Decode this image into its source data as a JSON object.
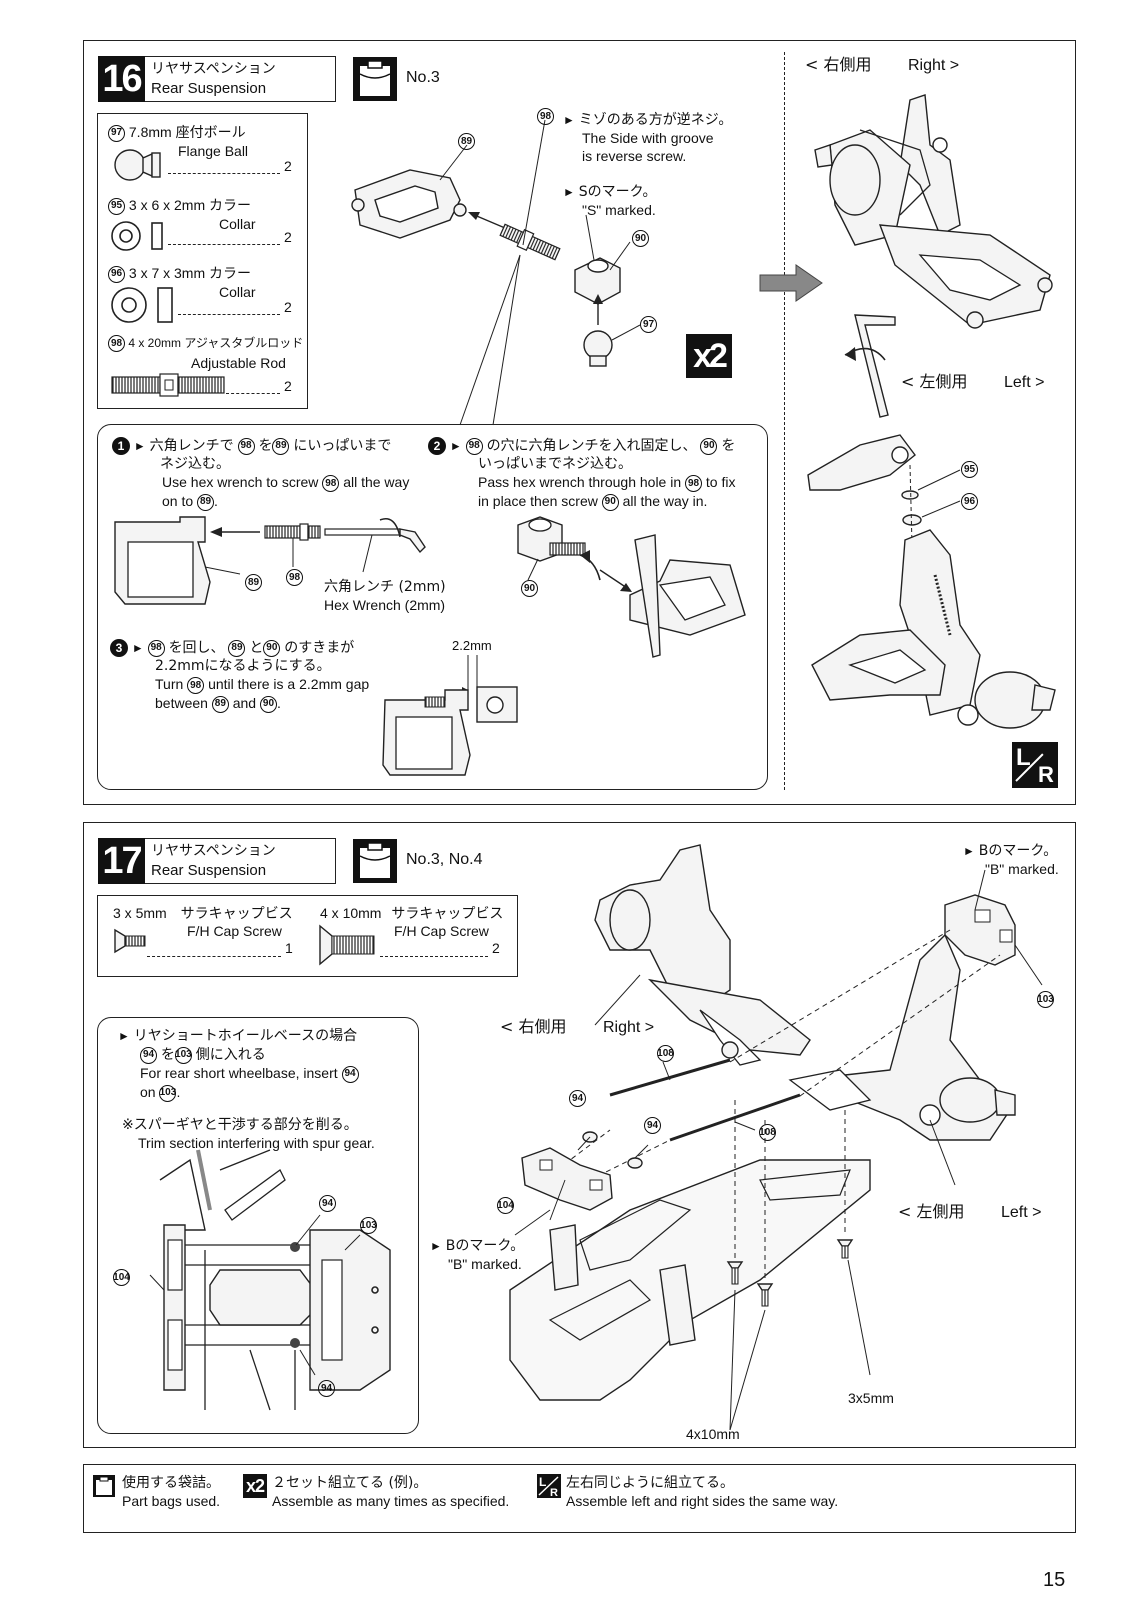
{
  "step16": {
    "number": "16",
    "title_jp": "リヤサスペンション",
    "title_en": "Rear Suspension",
    "bag": "No.3",
    "parts": [
      {
        "ref": "97",
        "size": "7.8mm",
        "name_jp": "座付ボール",
        "name_en": "Flange Ball",
        "qty": "2"
      },
      {
        "ref": "95",
        "size": "3 x 6 x 2mm",
        "name_jp": "カラー",
        "name_en": "Collar",
        "qty": "2"
      },
      {
        "ref": "96",
        "size": "3 x 7 x 3mm",
        "name_jp": "カラー",
        "name_en": "Collar",
        "qty": "2"
      },
      {
        "ref": "98",
        "size": "4 x 20mm",
        "name_jp": "アジャスタブルロッド",
        "name_en": "Adjustable Rod",
        "qty": "2"
      }
    ],
    "callouts": {
      "ref89": "89",
      "ref90": "90",
      "ref97": "97",
      "ref98": "98",
      "ref95": "95",
      "ref96": "96",
      "groove_jp": "ミゾのある方が逆ネジ。",
      "groove_en1": "The Side with groove",
      "groove_en2": "is reverse screw.",
      "s_jp": "Sのマーク。",
      "s_en": "\"S\" marked."
    },
    "multiplier": "x2",
    "right_label": "< 右側用",
    "right_label_en": "Right >",
    "left_label": "< 左側用",
    "left_label_en": "Left >",
    "lr_badge_l": "L",
    "lr_badge_r": "R",
    "inst1_num": "1",
    "inst1_jp1": "六角レンチで",
    "inst1_jp2": "を",
    "inst1_jp3": "にいっぱいまで",
    "inst1_jp4": "ネジ込む。",
    "inst1_en1": "Use hex wrench to screw",
    "inst1_en2": "all the way",
    "inst1_en3": "on to",
    "inst2_num": "2",
    "inst2_jp1": "の穴に六角レンチを入れ固定し、",
    "inst2_jp2": "を",
    "inst2_jp3": "いっぱいまでネジ込む。",
    "inst2_en1": "Pass hex wrench through hole in",
    "inst2_en2": "to fix",
    "inst2_en3": "in place then screw",
    "inst2_en4": "all the way in.",
    "hex_jp": "六角レンチ (2mm)",
    "hex_en": "Hex Wrench (2mm)",
    "inst3_num": "3",
    "inst3_jp1": "を回し、",
    "inst3_jp2": "と",
    "inst3_jp3": "のすきまが",
    "inst3_jp4": "2.2mmになるようにする。",
    "inst3_en1": "Turn",
    "inst3_en2": "until there is a 2.2mm gap",
    "inst3_en3": "between",
    "inst3_en4": "and",
    "gap": "2.2mm"
  },
  "step17": {
    "number": "17",
    "title_jp": "リヤサスペンション",
    "title_en": "Rear Suspension",
    "bag": "No.3, No.4",
    "parts": [
      {
        "size": "3 x 5mm",
        "name_jp": "サラキャップビス",
        "name_en": "F/H Cap Screw",
        "qty": "1"
      },
      {
        "size": "4 x 10mm",
        "name_jp": "サラキャップビス",
        "name_en": "F/H Cap Screw",
        "qty": "2"
      }
    ],
    "note1_jp1": "リヤショートホイールベースの場合",
    "note1_jp2": "を",
    "note1_jp3": "側に入れる",
    "note1_en1": "For rear short wheelbase, insert",
    "note1_en2": "on",
    "note2_jp": "※スパーギヤと干渉する部分を削る。",
    "note2_en": "Trim section interfering with spur gear.",
    "ref94": "94",
    "ref103": "103",
    "ref104": "104",
    "ref108": "108",
    "b_jp": "Bのマーク。",
    "b_en": "\"B\" marked.",
    "right_label": "< 右側用",
    "right_label_en": "Right >",
    "left_label": "< 左側用",
    "left_label_en": "Left >",
    "screw1": "3x5mm",
    "screw2": "4x10mm"
  },
  "legend": [
    {
      "jp": "使用する袋詰。",
      "en": "Part bags used."
    },
    {
      "icon": "x2",
      "jp": "２セット組立てる (例)。",
      "en": "Assemble as many times as specified."
    },
    {
      "jp": "左右同じように組立てる。",
      "en": "Assemble left and right sides the same way."
    }
  ],
  "page_number": "15"
}
